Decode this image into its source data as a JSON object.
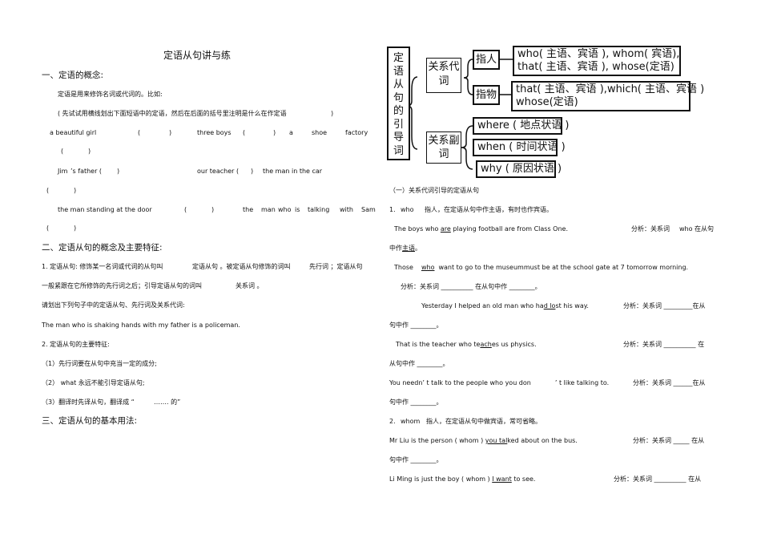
{
  "left": {
    "title": "定语从句讲与练",
    "s1": {
      "heading": "一、定语的概念:",
      "def": "定语是用来修饰名词或代词的。比如:",
      "instr": "( 先试试用横线划出下面短语中的定语，然后在后面的括号里注明是什么在作定语",
      "instr_close": ")",
      "row1": {
        "a": "a beautiful girl",
        "p1": "(",
        "p2": ")",
        "b": "three boys",
        "p3": "(",
        "p4": ")",
        "c1": "a",
        "c2": "shoe",
        "c3": "factory"
      },
      "row1b": {
        "p1": "(",
        "p2": ")"
      },
      "row2": {
        "a": "Jim",
        "b": "’s father (",
        "c": ")",
        "d": "our teacher (",
        "e": ")",
        "f": "the man in the car"
      },
      "row2b": {
        "p1": "(",
        "p2": ")"
      },
      "row3": {
        "a": "the man standing at the door",
        "p1": "(",
        "p2": ")",
        "w1": "the",
        "w2": "man",
        "w3": "who",
        "w4": "is",
        "w5": "talking",
        "w6": "with",
        "w7": "Sam"
      },
      "row3b": {
        "p1": "(",
        "p2": ")"
      }
    },
    "s2": {
      "heading": "二、定语从句的概念及主要特征:",
      "l1a": "1.  定语从句: 修饰某一名词或代词的从句叫",
      "l1b": "定语从句 。被定语从句修饰的词叫",
      "l1c": "先行词 ；定语从句",
      "l2a": "一般紧跟在它所修饰的先行词之后；引导定语从句的词叫",
      "l2b": "关系词 。",
      "l3": "请划出下列句子中的定语从句、先行词及关系代词:",
      "l4": "The man who is shaking hands with my father is a policeman.",
      "l5": "2.  定语从句的主要特征:",
      "l6": "（1）先行词要在从句中充当一定的成分;",
      "l7": "（2）  what 永远不能引导定语从句;",
      "l8a": "（3）翻译时先译从句，翻译成 “",
      "l8b": "……. 的”"
    },
    "s3": {
      "heading": "三、定语从句的基本用法:"
    }
  },
  "diagram": {
    "root": "定语从句的引导词",
    "pronoun": "关系代词",
    "adverb": "关系副词",
    "person": "指人",
    "thing": "指物",
    "person_words_1": "who( 主语、宾语 ),   whom( 宾语),",
    "person_words_2": "that( 主语、宾语 ), whose(定语)",
    "thing_words_1": "that( 主语、宾语 ),which( 主语、宾语 )",
    "thing_words_2": "whose(定语)",
    "where": "where ( 地点状语 )",
    "when": "when ( 时间状语 )",
    "why": "why ( 原因状语 )"
  },
  "right": {
    "sub": "（一）关系代词引导的定语从句",
    "w1": {
      "a": "1.",
      "b": "who",
      "c": "指人，在定语从句中作主语，有时也作宾语。"
    },
    "e1": {
      "a": "The boys who ",
      "b": "are",
      "c": " playing football are from Class One.",
      "an": "分析：关系词",
      "an2": "who  在从句",
      "cont": "中作",
      "cont2": "主语",
      "cont3": "。"
    },
    "e2": {
      "a": "Those",
      "b": "who",
      "c": "want  to  go  to  the   museummust  be  at  the   school   gate  at  7 tomorrow  morning.",
      "an": "分析：关系词  __________  在从句中作  ________。"
    },
    "e3": {
      "a": "Yesterday I helped an old man who ha",
      "b": "d lo",
      "c": "st his way.",
      "an": "分析：关系词  _________在从",
      "cont": "句中作 ________。"
    },
    "e4": {
      "a": "That is the teacher who te",
      "b": "ach",
      "c": "es us physics.",
      "an": "分析：关系词  __________  在",
      "cont": "从句中作 ________。"
    },
    "e5": {
      "a": "You needn",
      "b": "’ t talk to the people who you don",
      "c": "’ t like talking to.",
      "an": "分析：关系词  ______在从",
      "cont": "句中作 ________。"
    },
    "w2": {
      "a": "2.",
      "b": "whom",
      "c": "指人，在定语从句中做宾语，常可省略。"
    },
    "e6": {
      "a": "Mr Liu is the person ( whom ) ",
      "b": "you tal",
      "c": "ked about on the bus.",
      "an": "分析：关系词  _____  在从",
      "cont": "句中作 ________。"
    },
    "e7": {
      "a": "Li Ming is just the boy ( whom ) ",
      "b": "I want",
      "c": " to see.",
      "an": "分析：关系词  __________  在从"
    }
  }
}
